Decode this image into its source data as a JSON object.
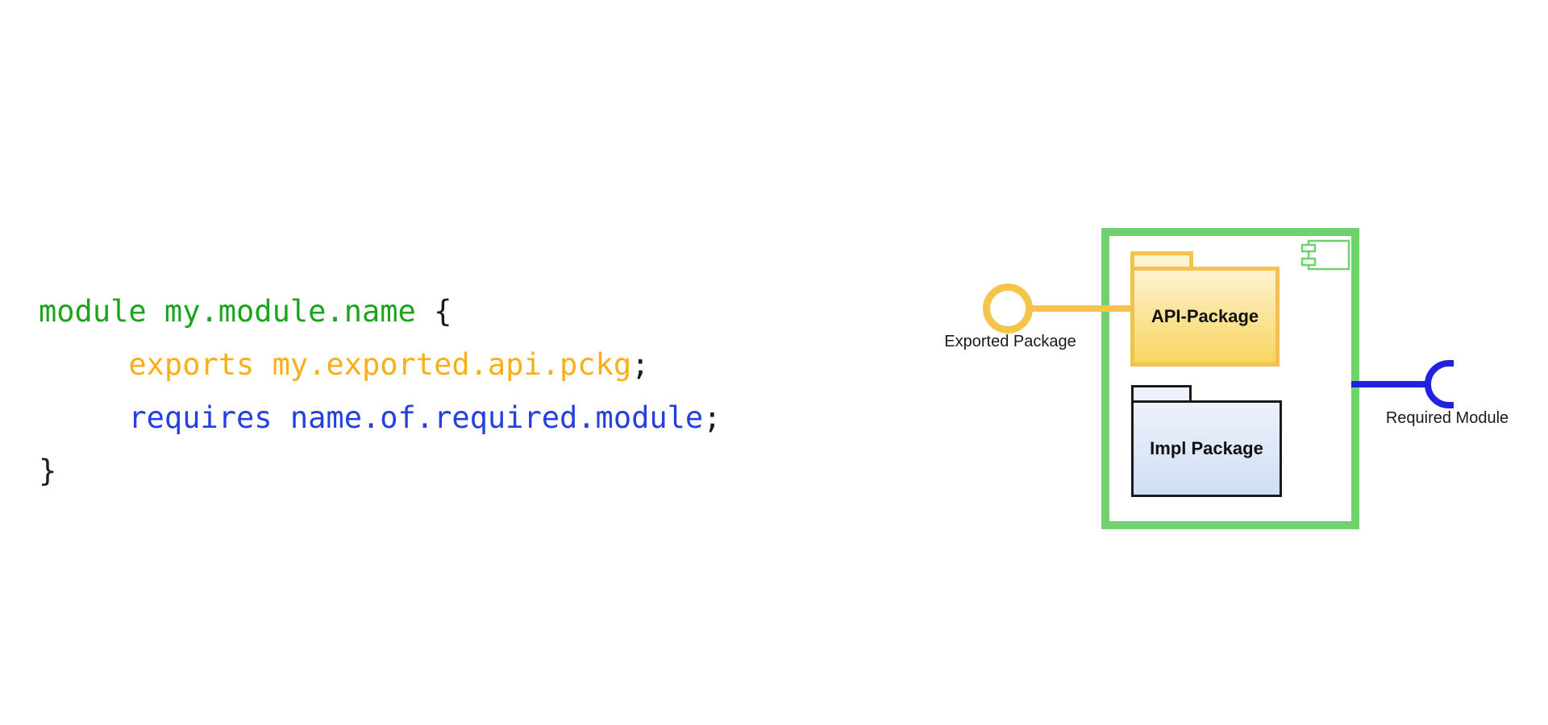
{
  "colors": {
    "code-green": "#1CA41C",
    "code-orange": "#FAAE17",
    "code-blue": "#2440E0",
    "code-black": "#1A1A1A",
    "box-green": "#6FD26F",
    "connector-yellow": "#F5C54B",
    "connector-blue": "#2121E0",
    "folder-yellow-border": "#F2C14E",
    "folder-yellow-top": "#FDF3D0",
    "folder-yellow-bottom": "#F8D55F",
    "folder-blue-border": "#1A1A1A",
    "folder-blue-top": "#EDF2FB",
    "folder-blue-bottom": "#CFDEF4",
    "label-color": "#1A1A1A"
  },
  "code": {
    "lines": [
      {
        "segments": [
          {
            "text": "module my.module.name "
          },
          {
            "text": "{"
          }
        ]
      },
      {
        "segments": [
          {
            "text": "     exports my.exported.api.pckg"
          },
          {
            "text": ";"
          }
        ]
      },
      {
        "segments": [
          {
            "text": "     requires name.of.required.module"
          },
          {
            "text": ";"
          }
        ]
      },
      {
        "segments": [
          {
            "text": "}"
          }
        ]
      }
    ]
  },
  "diagram": {
    "component_icon": "uml-component-icon",
    "api_package_label": "API-Package",
    "impl_package_label": "Impl Package",
    "exported_interface_label": "Exported Package",
    "required_interface_label": "Required Module"
  }
}
